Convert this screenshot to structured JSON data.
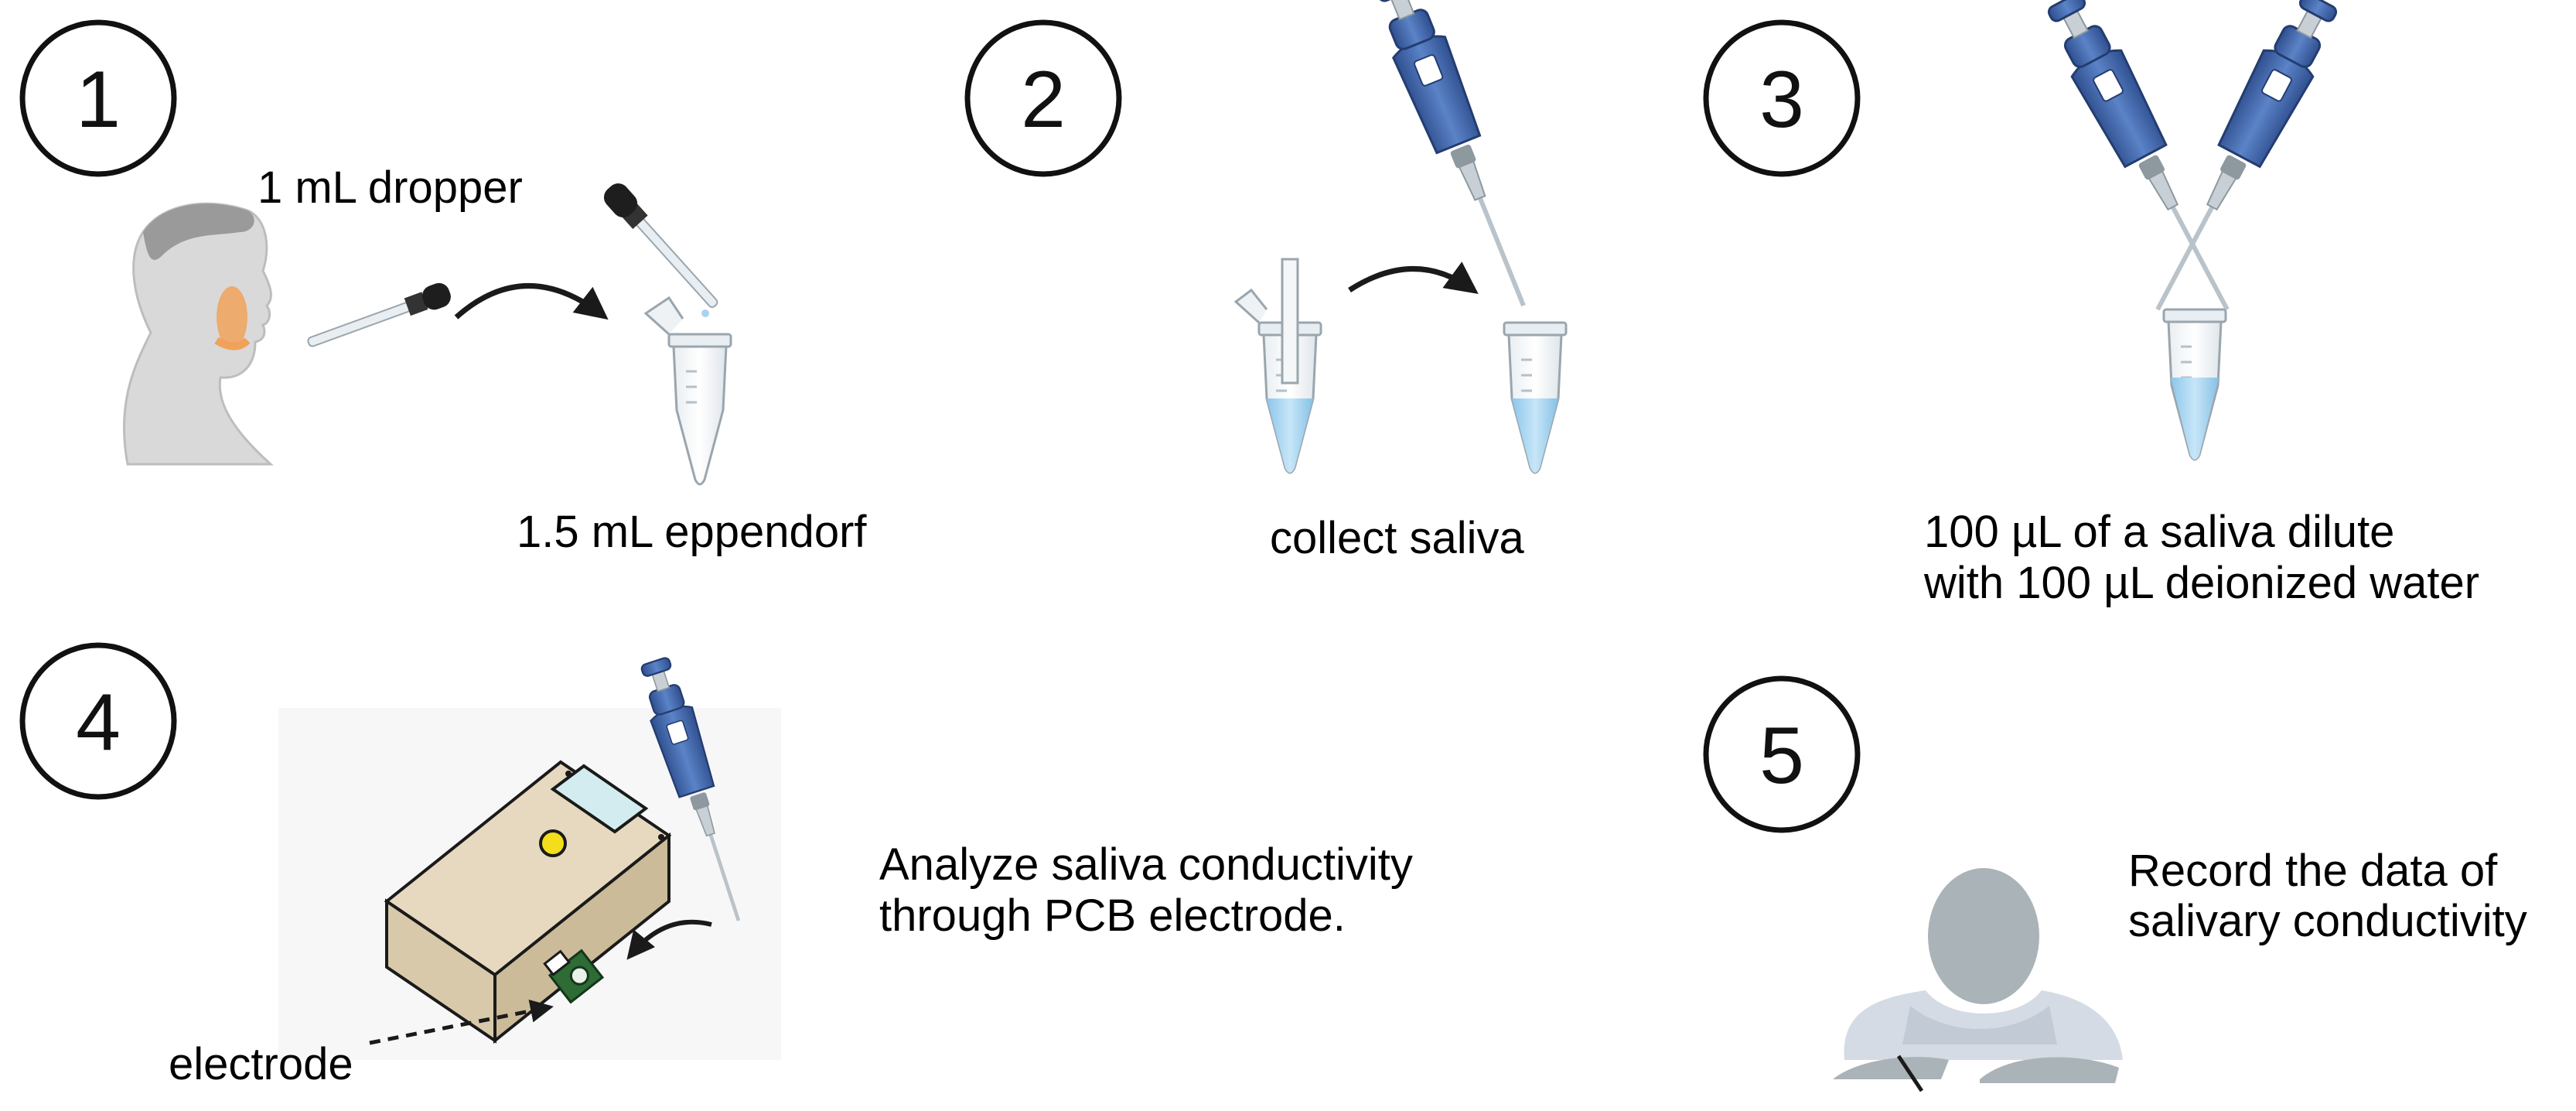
{
  "steps": [
    {
      "number": "1",
      "labels": {
        "dropper": "1 mL dropper",
        "tube": "1.5 mL eppendorf"
      }
    },
    {
      "number": "2",
      "labels": {
        "caption": "collect saliva"
      }
    },
    {
      "number": "3",
      "labels": {
        "line1": "100 µL of a saliva dilute",
        "line2": "with 100 µL deionized water"
      }
    },
    {
      "number": "4",
      "labels": {
        "line1": "Analyze saliva conductivity",
        "line2": "through PCB electrode.",
        "electrode": "electrode"
      }
    },
    {
      "number": "5",
      "labels": {
        "line1": "Record the data of",
        "line2": "salivary conductivity"
      }
    }
  ],
  "colors": {
    "pipette_blue": "#3f64a8",
    "liquid_blue": "#a9d4ef",
    "device_beige": "#e6d9bf",
    "button_yellow": "#f4dd1a",
    "pcb_green": "#2e6b35",
    "gland_orange": "#f0a25a",
    "skin_gray": "#d9d9d9"
  },
  "icons": [
    "human-head-icon",
    "dropper-icon",
    "eppendorf-tube-icon",
    "pipette-icon",
    "measuring-device-icon",
    "pcb-electrode-icon",
    "person-writing-icon",
    "curved-arrow-icon"
  ]
}
